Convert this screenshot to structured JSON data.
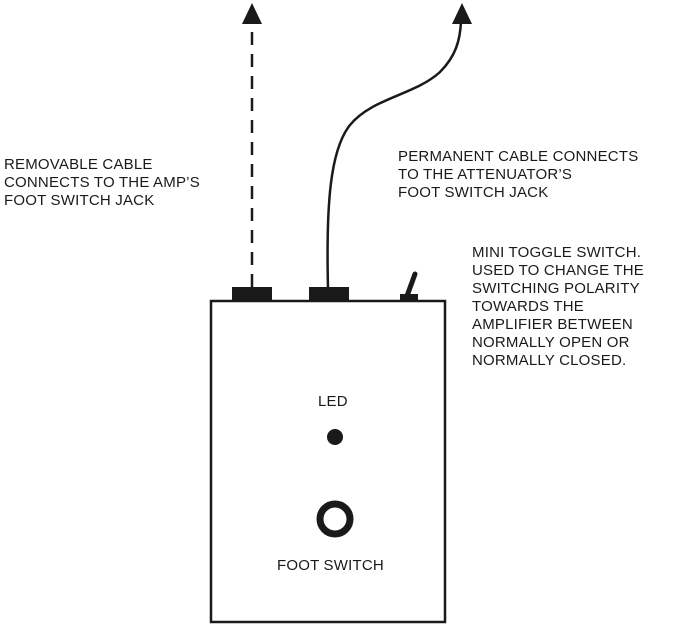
{
  "labels": {
    "removable_cable": [
      "REMOVABLE CABLE",
      "CONNECTS TO THE AMP’S",
      "FOOT SWITCH JACK"
    ],
    "permanent_cable": [
      "PERMANENT CABLE CONNECTS",
      "TO THE ATTENUATOR’S",
      "FOOT SWITCH JACK"
    ],
    "toggle_switch": [
      "MINI TOGGLE SWITCH.",
      "USED TO CHANGE THE",
      "SWITCHING POLARITY",
      "TOWARDS THE",
      "AMPLIFIER BETWEEN",
      "NORMALLY OPEN OR",
      "NORMALLY CLOSED."
    ],
    "led": "LED",
    "foot_switch": "FOOT SWITCH"
  },
  "colors": {
    "stroke": "#1a1a1a",
    "background": "#ffffff"
  }
}
